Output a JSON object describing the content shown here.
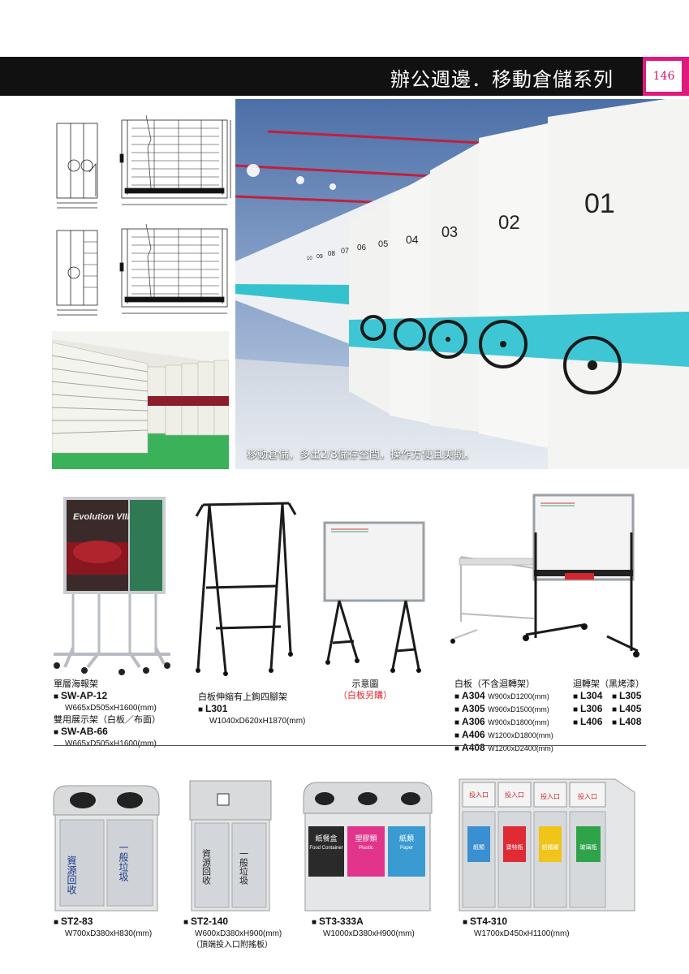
{
  "header": {
    "title": "辦公週邊．移動倉儲系列",
    "page_number": "146"
  },
  "hero": {
    "caption": "移動倉儲，多出2/3儲存空間，操作方便且美觀。",
    "cabinet_numbers": [
      "01",
      "02",
      "03",
      "04",
      "05",
      "06",
      "07",
      "08",
      "09",
      "10"
    ]
  },
  "poster": {
    "brand_text": "Evolution VIII"
  },
  "display": {
    "sw_ap12": {
      "name": "單層海報架",
      "code": "SW-AP-12",
      "dim": "W665xD505xH1600(mm)"
    },
    "sw_ab66": {
      "name": "雙用展示架（白板／布面）",
      "code": "SW-AB-66",
      "dim": "W665xD505xH1600(mm)"
    },
    "l301": {
      "name": "白板伸縮有上鉤四腳架",
      "code": "L301",
      "dim": "W1040xD620xH1870(mm)"
    },
    "sample": {
      "title": "示意圖",
      "note": "（白板另購）"
    },
    "whiteboard": {
      "title": "白板（不含迴轉架）",
      "items": [
        {
          "code": "A304",
          "dim": "W900xD1200(mm)"
        },
        {
          "code": "A305",
          "dim": "W900xD1500(mm)"
        },
        {
          "code": "A306",
          "dim": "W900xD1800(mm)"
        },
        {
          "code": "A406",
          "dim": "W1200xD1800(mm)"
        },
        {
          "code": "A408",
          "dim": "W1200xD2400(mm)"
        }
      ]
    },
    "rotating": {
      "title": "迴轉架（黑烤漆）",
      "codes": [
        "L304",
        "L305",
        "L306",
        "L405",
        "L406",
        "L408"
      ]
    }
  },
  "bins": {
    "st283": {
      "code": "ST2-83",
      "dim": "W700xD380xH830(mm)",
      "labels": [
        "資源回收",
        "一般垃圾"
      ]
    },
    "st2140": {
      "code": "ST2-140",
      "dim": "W600xD380xH900(mm)",
      "note": "（頂端投入口附搖板）",
      "labels": [
        "資源回收",
        "一般垃圾"
      ]
    },
    "st3333a": {
      "code": "ST3-333A",
      "dim": "W1000xD380xH900(mm)",
      "labels": [
        "紙餐盒",
        "塑膠類",
        "紙類"
      ],
      "sublabels": [
        "Food Container",
        "Plastic",
        "Paper"
      ]
    },
    "st4310": {
      "code": "ST4-310",
      "dim": "W1700xD450xH1100(mm)",
      "slot_label": "投入口",
      "labels": [
        "紙類",
        "寶特瓶",
        "鋁鐵罐",
        "玻璃瓶"
      ]
    }
  },
  "colors": {
    "header_bg": "#111111",
    "accent_pink": "#e0197d",
    "caption_red": "#e0262f",
    "cabinet_teal": "#3fc6d4"
  }
}
